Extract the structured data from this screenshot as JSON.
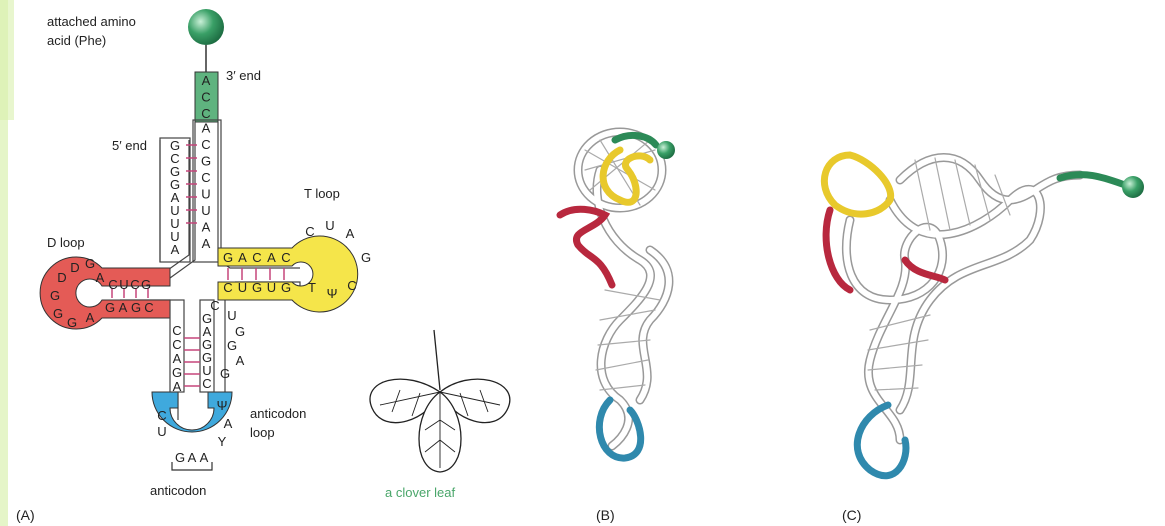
{
  "labels": {
    "amino_acid_line1": "attached amino",
    "amino_acid_line2": "acid (Phe)",
    "three_prime": "3′ end",
    "five_prime": "5′ end",
    "d_loop": "D loop",
    "t_loop": "T loop",
    "anticodon_loop_line1": "anticodon",
    "anticodon_loop_line2": "loop",
    "anticodon": "anticodon",
    "clover_leaf": "a clover leaf"
  },
  "panels": {
    "a": "(A)",
    "b": "(B)",
    "c": "(C)"
  },
  "bases": {
    "acceptor_3": [
      "A",
      "C",
      "C",
      "A",
      "C",
      "G",
      "C",
      "U",
      "U",
      "A",
      "A"
    ],
    "acceptor_5": [
      "G",
      "C",
      "G",
      "G",
      "A",
      "U",
      "U",
      "U",
      "A"
    ],
    "d_stem_top": [
      "C",
      "U",
      "C",
      "G"
    ],
    "d_stem_bottom": [
      "G",
      "A",
      "G",
      "C"
    ],
    "d_loop": [
      "D",
      "D",
      "G",
      "A",
      "G",
      "G",
      "G",
      "A"
    ],
    "t_stem_top": [
      "G",
      "A",
      "C",
      "A",
      "C"
    ],
    "t_stem_bottom": [
      "C",
      "U",
      "G",
      "U",
      "G"
    ],
    "t_loop": [
      "C",
      "U",
      "A",
      "G",
      "C",
      "Ψ",
      "T"
    ],
    "anticodon_stem_left": [
      "C",
      "C",
      "A",
      "G",
      "A"
    ],
    "anticodon_stem_right": [
      "G",
      "A",
      "G",
      "G",
      "U",
      "C"
    ],
    "anticodon_loop": [
      "C",
      "U",
      "G",
      "A",
      "A",
      "Y",
      "A",
      "Ψ"
    ],
    "variable": [
      "C",
      "U",
      "G",
      "G",
      "A",
      "G"
    ]
  },
  "colors": {
    "amino_acid": "#3aa067",
    "acceptor": "#5fb37f",
    "d_loop": "#e45b56",
    "t_loop": "#f5e54a",
    "anticodon_loop": "#3fa9dd",
    "bond": "#c5457a",
    "clover_text": "#4aa66a"
  }
}
